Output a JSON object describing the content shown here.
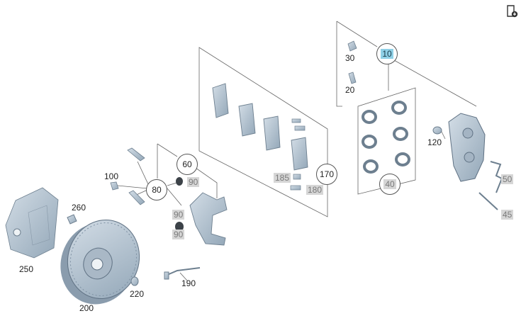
{
  "toolbar": {
    "export_icon": "document-export-icon"
  },
  "labels": {
    "l10": "10",
    "l20": "20",
    "l30": "30",
    "l40": "40",
    "l45": "45",
    "l50": "50",
    "l60": "60",
    "l80": "80",
    "l90a": "90",
    "l90b": "90",
    "l90c": "90",
    "l100": "100",
    "l120": "120",
    "l170": "170",
    "l180": "180",
    "l185": "185",
    "l190": "190",
    "l200": "200",
    "l220": "220",
    "l250": "250",
    "l260": "260"
  },
  "colors": {
    "part_fill": "#b7c6d3",
    "part_stroke": "#6d7f8f",
    "highlight": "#8fd0e6",
    "grey_label": "#d6d6d6"
  }
}
